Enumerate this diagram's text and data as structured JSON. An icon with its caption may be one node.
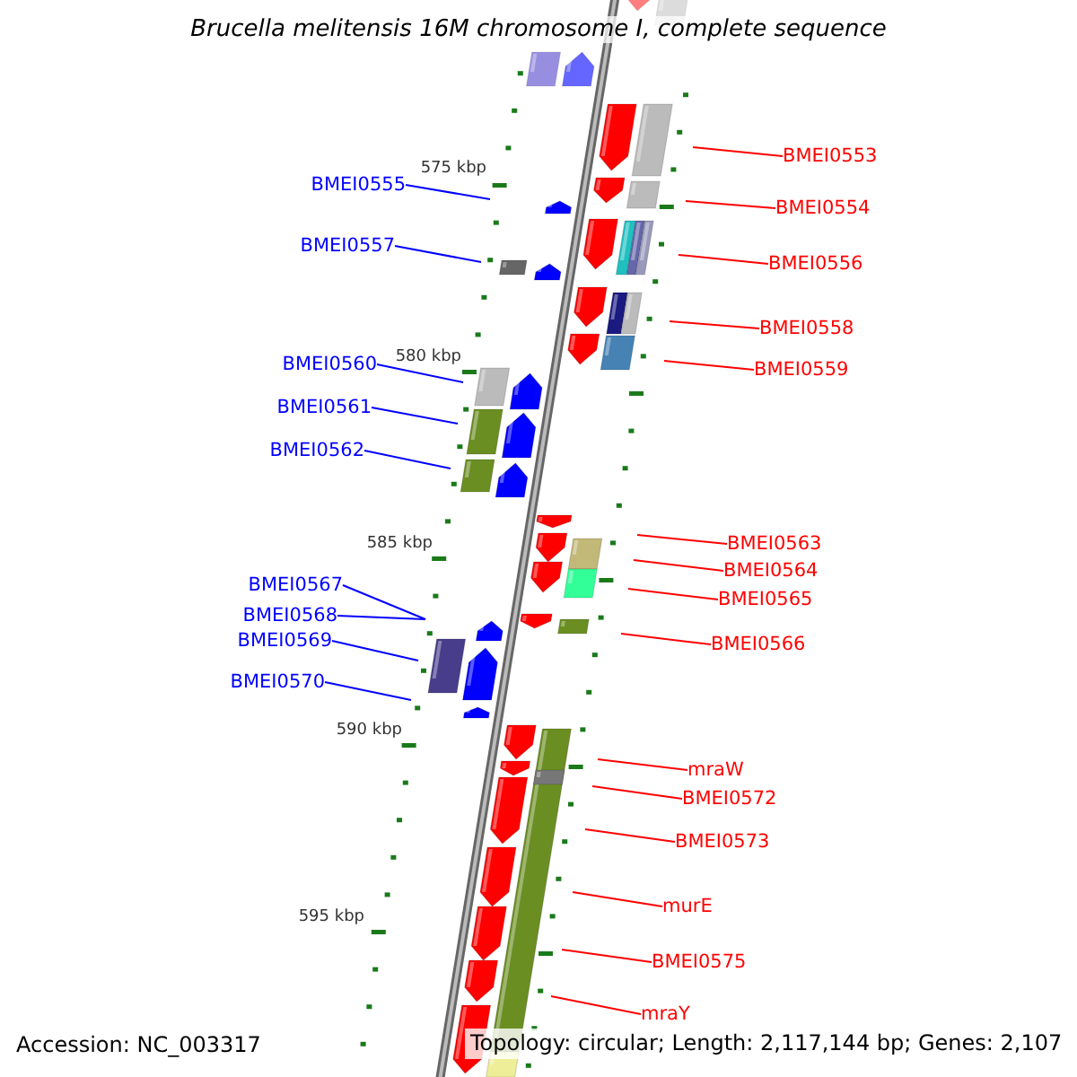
{
  "diagram": {
    "title": "Brucella melitensis 16M chromosome I, complete sequence",
    "nodes": [
      {
        "text": [
          "BMEI0553"
        ]
      },
      {
        "text": [
          "BMEI0555"
        ]
      },
      {
        "text": [
          "BMEI0554"
        ]
      },
      {
        "text": [
          "BMEI0557"
        ]
      },
      {
        "text": [
          "BMEI0556"
        ]
      },
      {
        "text": [
          "BMEI0558"
        ]
      },
      {
        "text": [
          "BMEI0560"
        ]
      },
      {
        "text": [
          "BMEI0559"
        ]
      },
      {
        "text": [
          "BMEI0561"
        ]
      },
      {
        "text": [
          "BMEI0562"
        ]
      },
      {
        "text": [
          "BMEI0563"
        ]
      },
      {
        "text": [
          "BMEI0564"
        ]
      },
      {
        "text": [
          "BMEI0567"
        ]
      },
      {
        "text": [
          "BMEI0565"
        ]
      },
      {
        "text": [
          "BMEI0568"
        ]
      },
      {
        "text": [
          "BMEI0569"
        ]
      },
      {
        "text": [
          "BMEI0566"
        ]
      },
      {
        "text": [
          "BMEI0570"
        ]
      },
      {
        "text": [
          "mraW"
        ]
      },
      {
        "text": [
          "BMEI0572"
        ]
      },
      {
        "text": [
          "BMEI0573"
        ]
      },
      {
        "text": [
          "murE"
        ]
      },
      {
        "text": [
          "BMEI0575"
        ]
      },
      {
        "text": [
          "mraY"
        ]
      }
    ],
    "edges": [
      {
        "from": 0,
        "to": null,
        "arrow": "none"
      },
      {
        "from": 1,
        "to": null,
        "arrow": "none",
        "color": "#0000ff"
      },
      {
        "from": 2,
        "to": null,
        "arrow": "none"
      },
      {
        "from": 3,
        "to": null,
        "arrow": "none",
        "color": "#0000ff"
      },
      {
        "from": 4,
        "to": null,
        "arrow": "none"
      },
      {
        "from": 5,
        "to": null,
        "arrow": "none"
      },
      {
        "from": 6,
        "to": null,
        "arrow": "none",
        "color": "#0000ff"
      },
      {
        "from": 7,
        "to": null,
        "arrow": "none"
      },
      {
        "from": 8,
        "to": null,
        "arrow": "none",
        "color": "#0000ff"
      },
      {
        "from": 9,
        "to": null,
        "arrow": "none",
        "color": "#0000ff"
      },
      {
        "from": 10,
        "to": null,
        "arrow": "none"
      },
      {
        "from": 11,
        "to": null,
        "arrow": "none"
      },
      {
        "from": 12,
        "to": null,
        "arrow": "none",
        "color": "#0000ff"
      },
      {
        "from": 13,
        "to": null,
        "arrow": "none"
      },
      {
        "from": 14,
        "to": null,
        "arrow": "none",
        "color": "#0000ff"
      },
      {
        "from": 15,
        "to": null,
        "arrow": "none",
        "color": "#0000ff"
      },
      {
        "from": 16,
        "to": null,
        "arrow": "none"
      },
      {
        "from": 17,
        "to": null,
        "arrow": "none",
        "color": "#0000ff"
      },
      {
        "from": 18,
        "to": null,
        "arrow": "none"
      },
      {
        "from": 19,
        "to": null,
        "arrow": "none"
      },
      {
        "from": 20,
        "to": null,
        "arrow": "none"
      },
      {
        "from": 21,
        "to": null,
        "arrow": "none"
      },
      {
        "from": 22,
        "to": null,
        "arrow": "none"
      },
      {
        "from": 23,
        "to": null,
        "arrow": "none"
      }
    ],
    "labels": [
      "575 kbp",
      "580 kbp",
      "585 kbp",
      "590 kbp",
      "595 kbp",
      "Accession: NC_003317",
      "Topology: circular; Length: 2,117,144 bp; Genes: 2,107"
    ]
  }
}
